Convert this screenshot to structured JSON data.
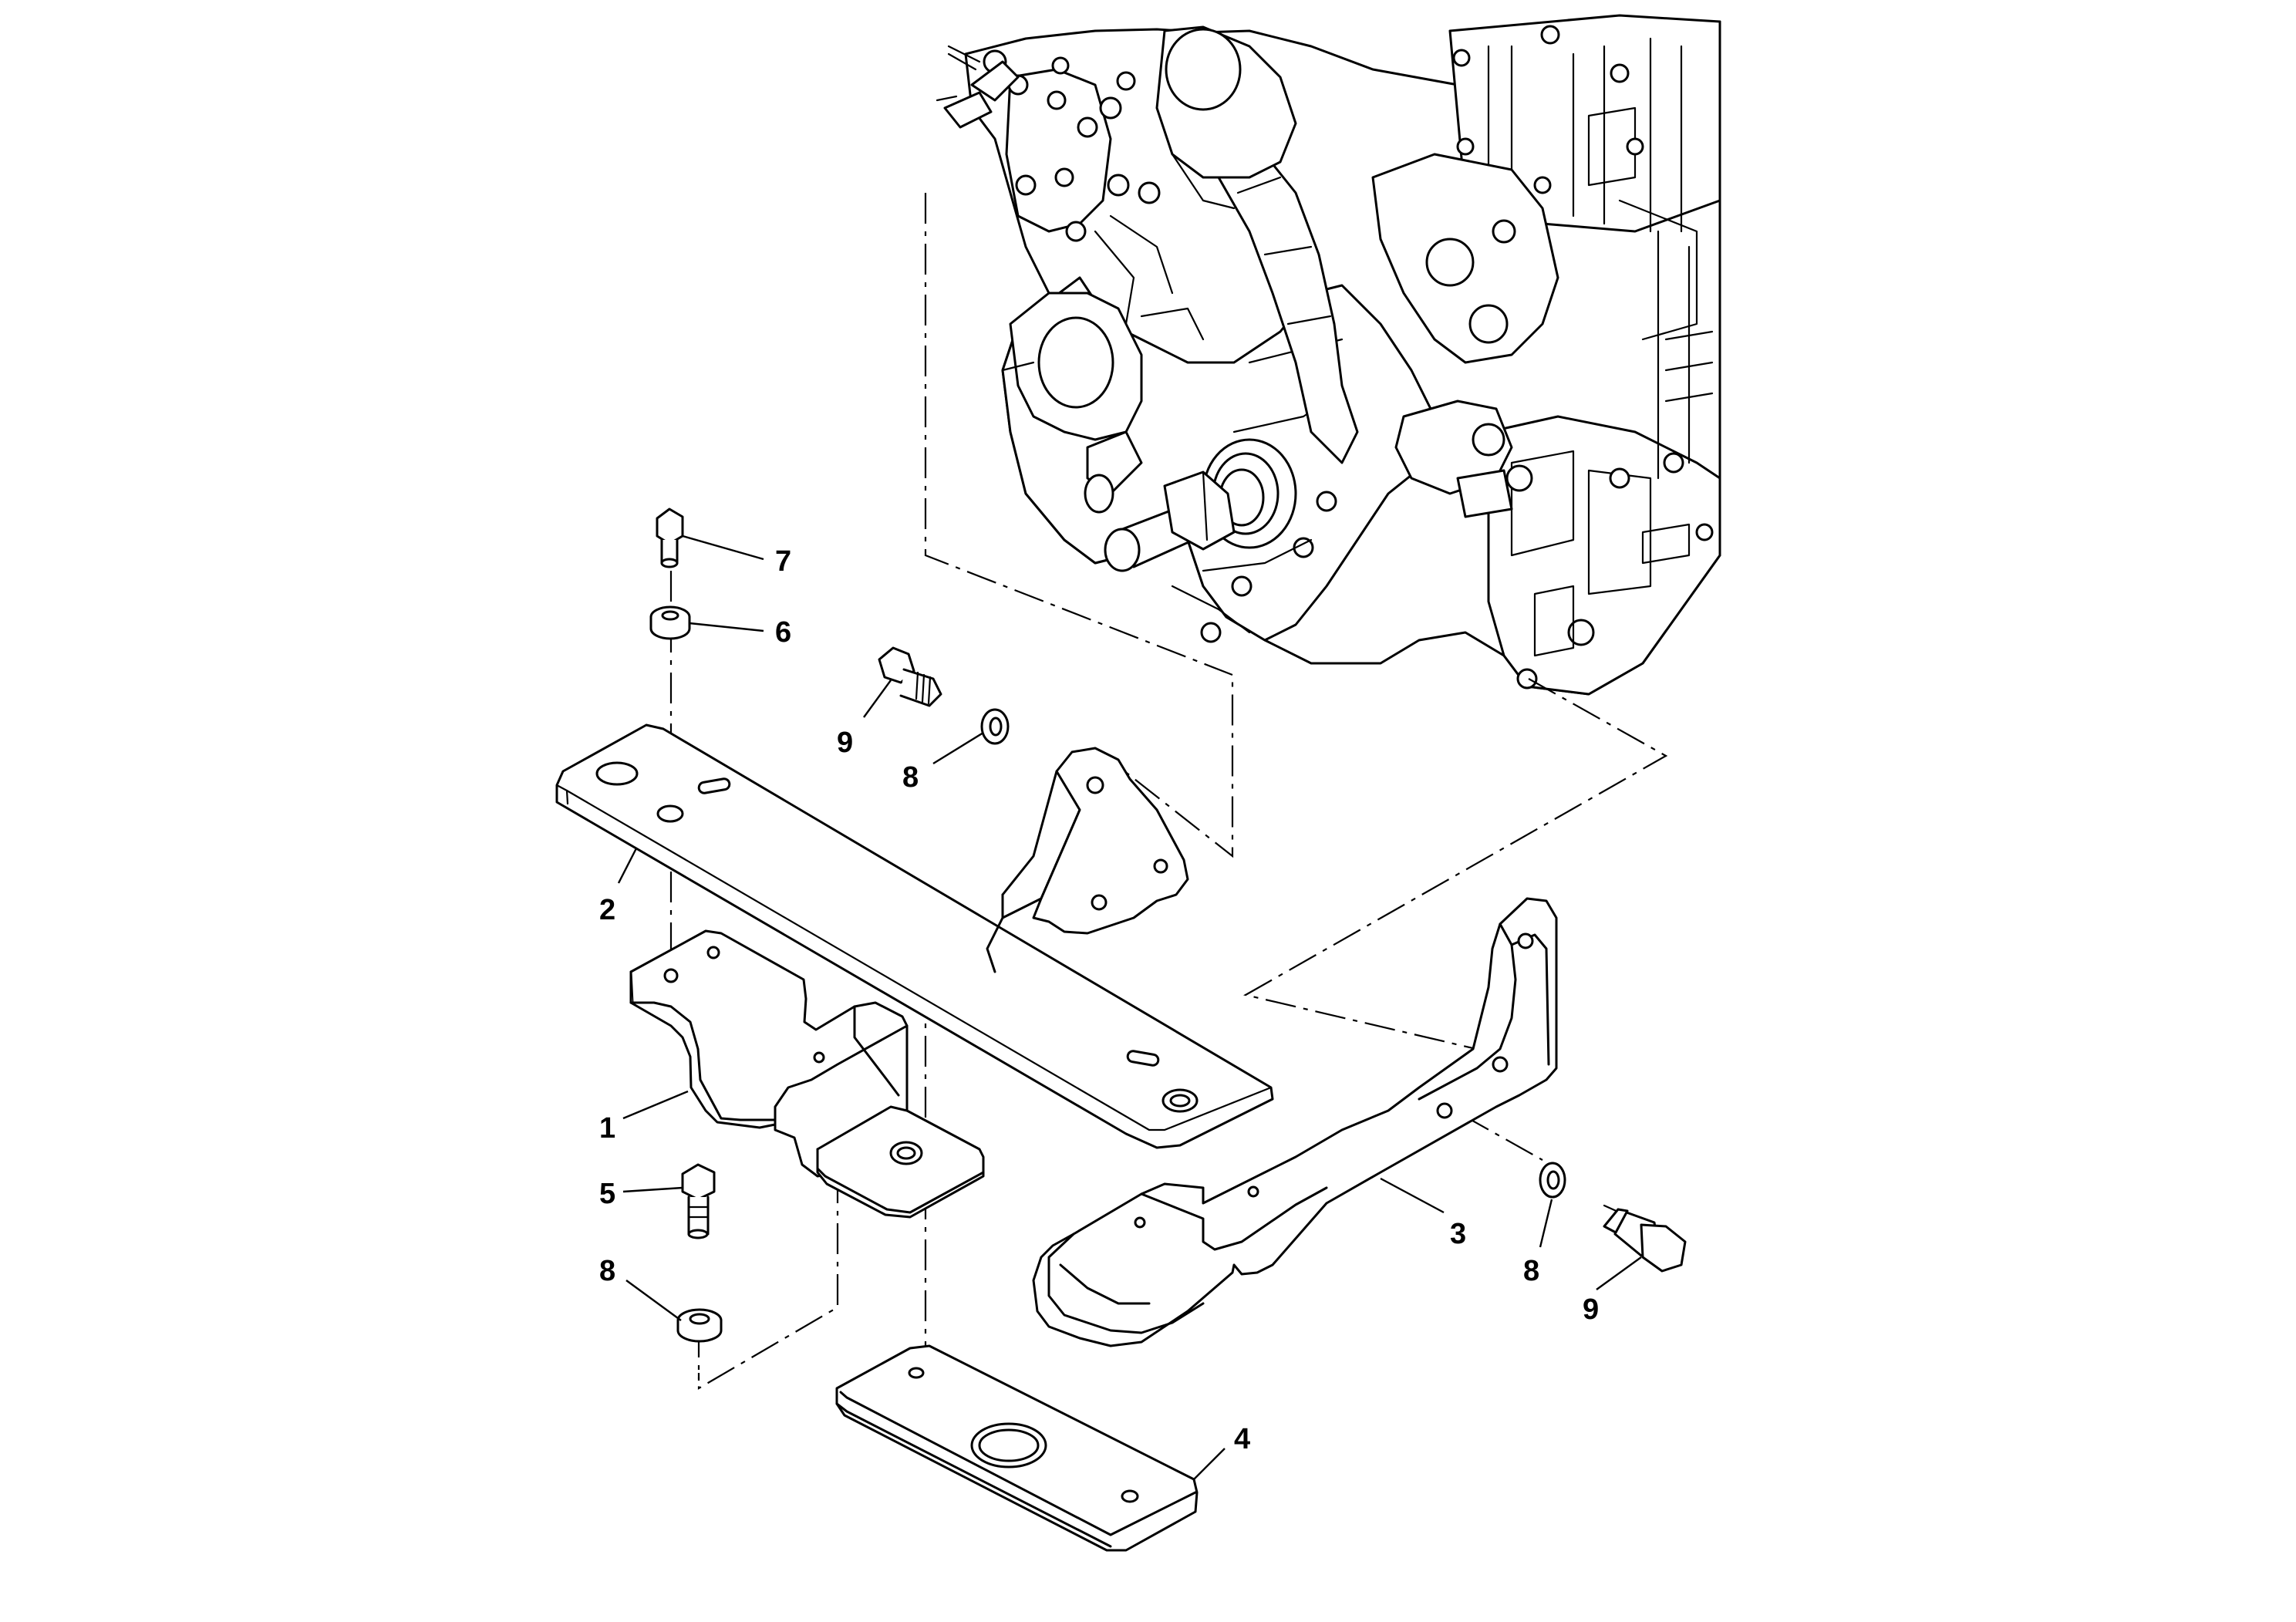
{
  "diagram": {
    "type": "exploded-parts-view",
    "callouts": {
      "c1": "1",
      "c2": "2",
      "c3": "3",
      "c4": "4",
      "c5": "5",
      "c6": "6",
      "c7": "7",
      "c8a": "8",
      "c8b": "8",
      "c8c": "8",
      "c9a": "9",
      "c9b": "9"
    }
  }
}
